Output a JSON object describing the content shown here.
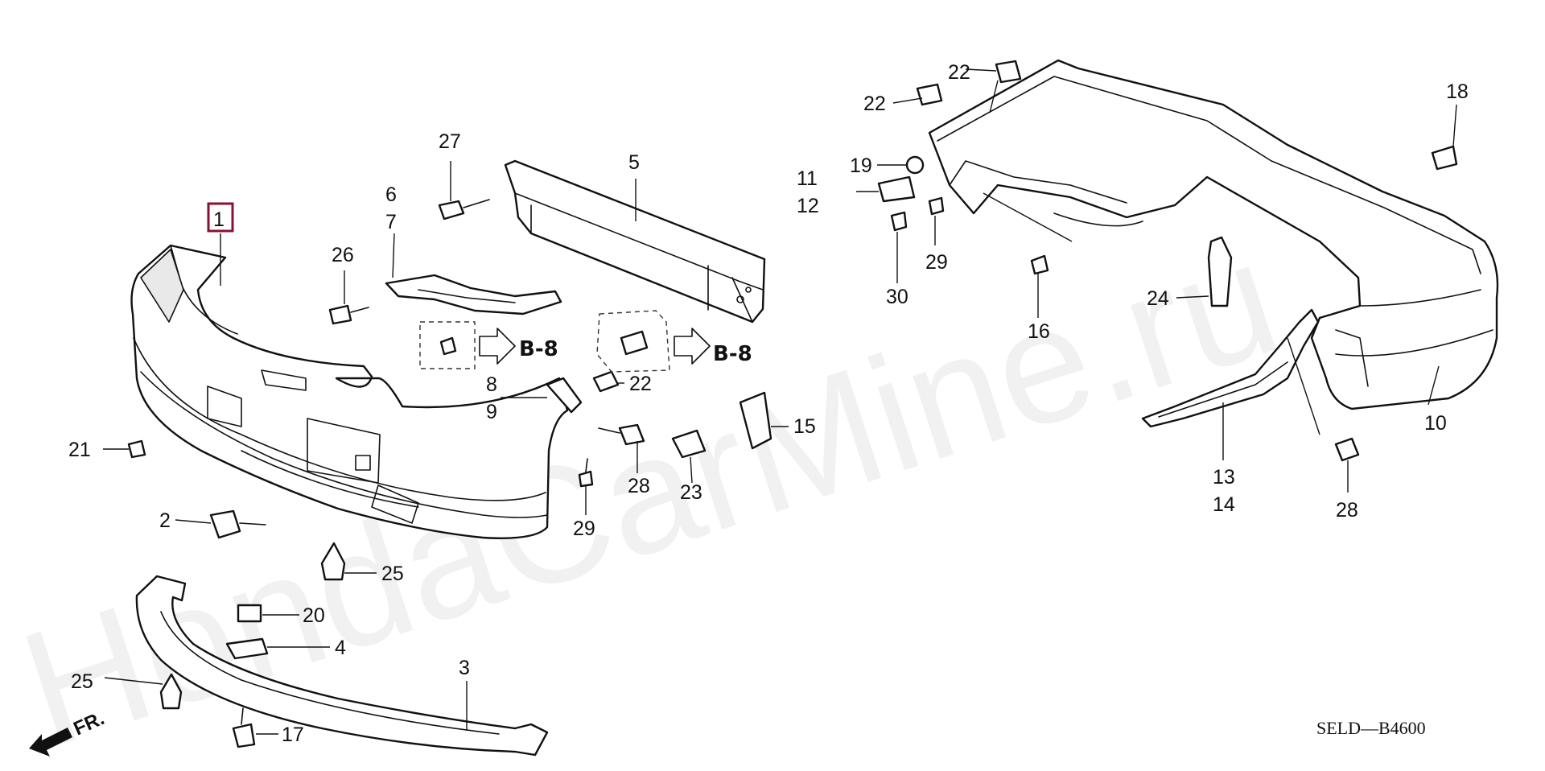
{
  "watermark": "HondaCarMine.ru",
  "diagram_code": "SELD—B4600",
  "front_label": "FR.",
  "ref_label": "B-8",
  "callouts": {
    "c1": "1",
    "c2": "2",
    "c3": "3",
    "c4": "4",
    "c5": "5",
    "c6": "6",
    "c7": "7",
    "c8": "8",
    "c9": "9",
    "c10": "10",
    "c11": "11",
    "c12": "12",
    "c13": "13",
    "c14": "14",
    "c15": "15",
    "c16": "16",
    "c17": "17",
    "c18": "18",
    "c19": "19",
    "c20": "20",
    "c21": "21",
    "c22a": "22",
    "c22b": "22",
    "c22c": "22",
    "c23": "23",
    "c24": "24",
    "c25a": "25",
    "c25b": "25",
    "c26": "26",
    "c27": "27",
    "c28a": "28",
    "c28b": "28",
    "c29a": "29",
    "c29b": "29",
    "c30": "30"
  }
}
